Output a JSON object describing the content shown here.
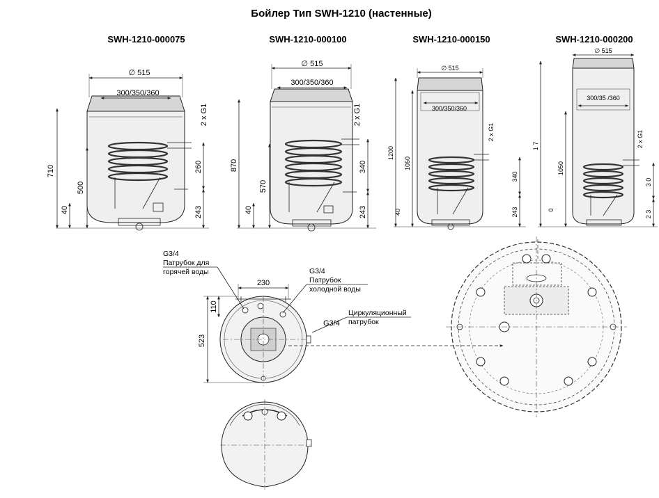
{
  "title": "Бойлер Тип SWH-1210 (настенные)",
  "models": [
    {
      "name": "SWH-1210-000075",
      "diameter": "515",
      "span": "300/350/360",
      "connection": "2 x G1",
      "height": "710",
      "coil_low": "500",
      "bottom": "40",
      "coil_height": "260",
      "outlet": "243"
    },
    {
      "name": "SWH-1210-000100",
      "diameter": "515",
      "span": "300/350/360",
      "connection": "2 x G1",
      "height": "870",
      "coil_low": "570",
      "bottom": "40",
      "coil_height": "340",
      "outlet": "243"
    },
    {
      "name": "SWH-1210-000150",
      "diameter": "515",
      "span": "300/350/360",
      "connection": "2 x G1",
      "height": "1200",
      "coil_low": "1050",
      "bottom": "40",
      "coil_height": "340",
      "outlet": "243"
    },
    {
      "name": "SWH-1210-000200",
      "diameter": "515",
      "span": "300/35 /360",
      "connection": "2 x G1",
      "height": "1 7",
      "coil_low": "1050",
      "bottom": "0",
      "coil_height": "3 0",
      "outlet": "2 3"
    }
  ],
  "plan_view": {
    "width": "230",
    "offset": "110",
    "depth": "523",
    "hot_size": "G3/4",
    "hot_label_1": "Патрубок для",
    "hot_label_2": "горячей воды",
    "cold_size": "G3/4",
    "cold_label_1": "Патрубок",
    "cold_label_2": "холодной воды",
    "circ_label_1": "Циркуляционный",
    "circ_label_2": "патрубок",
    "circ_size": "G3/4"
  }
}
